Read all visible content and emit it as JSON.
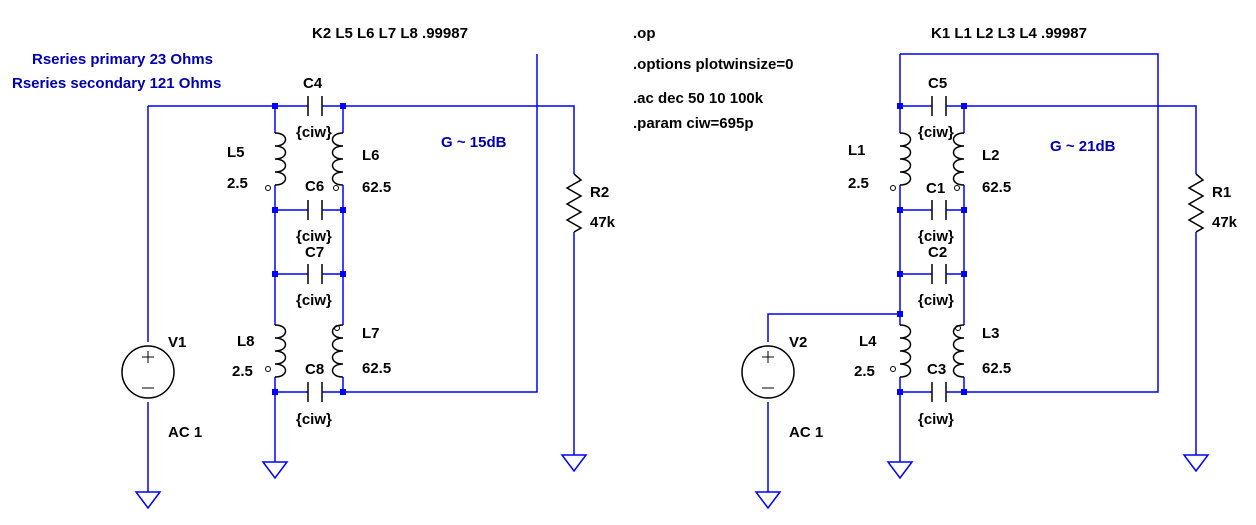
{
  "annotations": {
    "rseries_primary": "Rseries primary 23 Ohms",
    "rseries_secondary": "Rseries secondary 121 Ohms",
    "gain_left": "G ~ 15dB",
    "gain_right": "G ~ 21dB"
  },
  "directives": {
    "k_left": "K2 L5 L6 L7 L8 .99987",
    "k_right": "K1 L1 L2 L3 L4 .99987",
    "op": ".op",
    "options": ".options plotwinsize=0",
    "ac": ".ac dec 50 10 100k",
    "param": ".param ciw=695p"
  },
  "left": {
    "C4": {
      "name": "C4",
      "value": "{ciw}"
    },
    "C6": {
      "name": "C6",
      "value": "{ciw}"
    },
    "C7": {
      "name": "C7",
      "value": "{ciw}"
    },
    "C8": {
      "name": "C8",
      "value": "{ciw}"
    },
    "L5": {
      "name": "L5",
      "value": "2.5"
    },
    "L6": {
      "name": "L6",
      "value": "62.5"
    },
    "L7": {
      "name": "L7",
      "value": "62.5"
    },
    "L8": {
      "name": "L8",
      "value": "2.5"
    },
    "R2": {
      "name": "R2",
      "value": "47k"
    },
    "V1": {
      "name": "V1",
      "value": "AC 1"
    }
  },
  "right": {
    "C5": {
      "name": "C5",
      "value": "{ciw}"
    },
    "C1": {
      "name": "C1",
      "value": "{ciw}"
    },
    "C2": {
      "name": "C2",
      "value": "{ciw}"
    },
    "C3": {
      "name": "C3",
      "value": "{ciw}"
    },
    "L1": {
      "name": "L1",
      "value": "2.5"
    },
    "L2": {
      "name": "L2",
      "value": "62.5"
    },
    "L3": {
      "name": "L3",
      "value": "62.5"
    },
    "L4": {
      "name": "L4",
      "value": "2.5"
    },
    "R1": {
      "name": "R1",
      "value": "47k"
    },
    "V2": {
      "name": "V2",
      "value": "AC 1"
    }
  },
  "colors": {
    "wire": "#0000ff",
    "component": "#000000",
    "annotation": "#0000b0",
    "background": "#ffffff"
  }
}
